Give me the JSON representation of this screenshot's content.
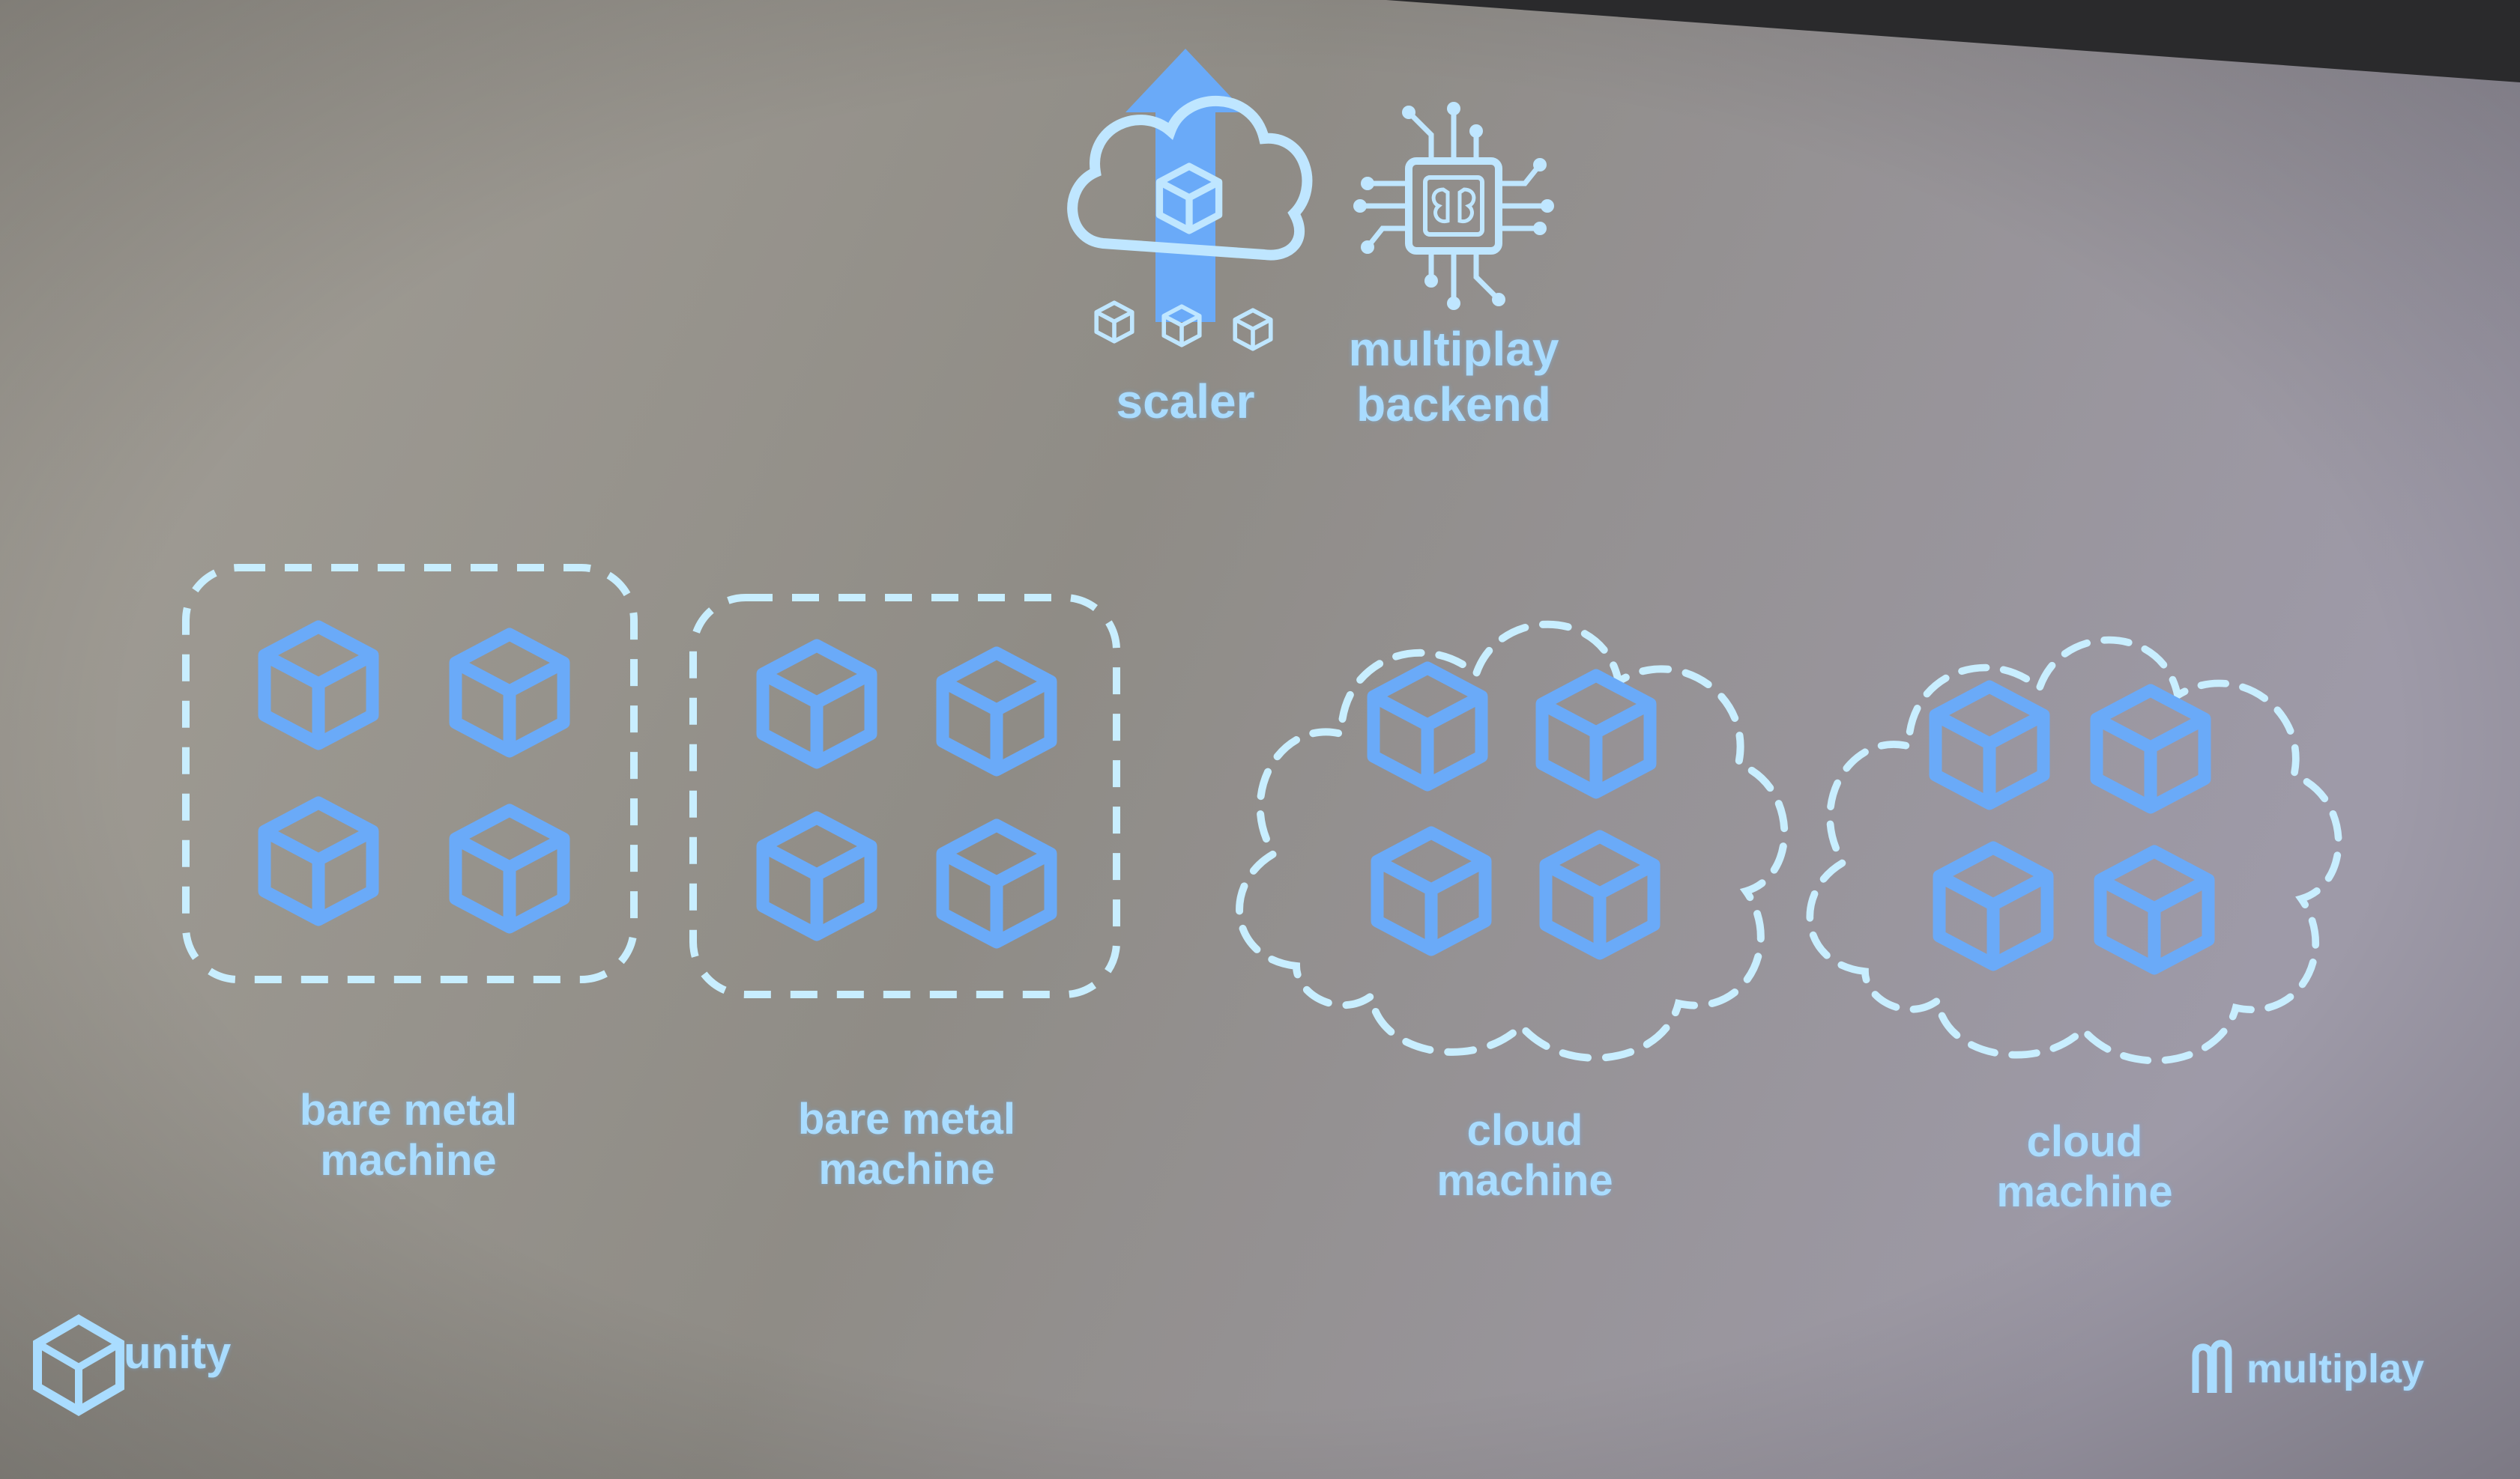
{
  "top_nodes": [
    {
      "id": "scaler",
      "lines": [
        "scaler"
      ],
      "icon": "cloud-scale-up-icon"
    },
    {
      "id": "backend",
      "lines": [
        "multiplay",
        "backend"
      ],
      "icon": "chip-brain-icon"
    }
  ],
  "machines": [
    {
      "type": "bare-metal",
      "lines": [
        "bare metal",
        "machine"
      ],
      "servers": 4
    },
    {
      "type": "bare-metal",
      "lines": [
        "bare metal",
        "machine"
      ],
      "servers": 4
    },
    {
      "type": "cloud",
      "lines": [
        "cloud",
        "machine"
      ],
      "servers": 4
    },
    {
      "type": "cloud",
      "lines": [
        "cloud",
        "machine"
      ],
      "servers": 4
    }
  ],
  "logos": {
    "left": {
      "text": "unity",
      "icon": "unity-logo-icon"
    },
    "right": {
      "text": "multiplay",
      "icon": "multiplay-logo-icon"
    }
  },
  "colors": {
    "accent_blue": "#6aaaf8",
    "dash_light": "#c8eeff",
    "label_light": "#a9dcff",
    "slide_bg": "#8e8b85"
  }
}
